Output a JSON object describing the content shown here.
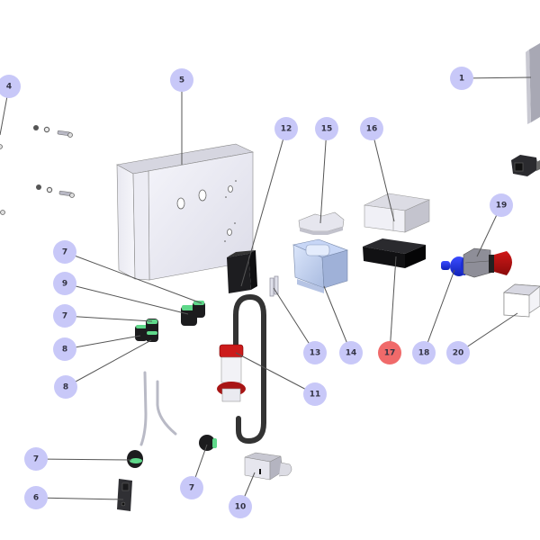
{
  "diagram": {
    "type": "exploded-parts-view",
    "balloon_fill": "#c8c8f8",
    "balloon_highlight_fill": "#f06a6a",
    "highlighted_part": "17",
    "callouts": [
      {
        "id": "c1",
        "label": "1",
        "part": "rear-panel",
        "highlight": false
      },
      {
        "id": "c4",
        "label": "4",
        "part": "screws-nuts-washers",
        "highlight": false
      },
      {
        "id": "c5",
        "label": "5",
        "part": "enclosure-box",
        "highlight": false
      },
      {
        "id": "c6",
        "label": "6",
        "part": "switch-block",
        "highlight": false
      },
      {
        "id": "c7a",
        "label": "7",
        "part": "cable-gland",
        "highlight": false
      },
      {
        "id": "c7b",
        "label": "7",
        "part": "cable-gland",
        "highlight": false
      },
      {
        "id": "c7c",
        "label": "7",
        "part": "cable-gland",
        "highlight": false
      },
      {
        "id": "c7d",
        "label": "7",
        "part": "cable-gland",
        "highlight": false
      },
      {
        "id": "c8a",
        "label": "8",
        "part": "cable-gland-small",
        "highlight": false
      },
      {
        "id": "c8b",
        "label": "8",
        "part": "cable-gland-small",
        "highlight": false
      },
      {
        "id": "c9",
        "label": "9",
        "part": "cable-gland-large",
        "highlight": false
      },
      {
        "id": "c10",
        "label": "10",
        "part": "connector-module",
        "highlight": false
      },
      {
        "id": "c11",
        "label": "11",
        "part": "power-plug-cable",
        "highlight": false
      },
      {
        "id": "c12",
        "label": "12",
        "part": "black-bracket",
        "highlight": false
      },
      {
        "id": "c13",
        "label": "13",
        "part": "terminal-pins",
        "highlight": false
      },
      {
        "id": "c14",
        "label": "14",
        "part": "transformer",
        "highlight": false
      },
      {
        "id": "c15",
        "label": "15",
        "part": "transformer-cap",
        "highlight": false
      },
      {
        "id": "c16",
        "label": "16",
        "part": "relay-cover",
        "highlight": false
      },
      {
        "id": "c17",
        "label": "17",
        "part": "relay-base",
        "highlight": true
      },
      {
        "id": "c18",
        "label": "18",
        "part": "blue-push-button",
        "highlight": false
      },
      {
        "id": "c19",
        "label": "19",
        "part": "emergency-stop-button",
        "highlight": false
      },
      {
        "id": "c20",
        "label": "20",
        "part": "button-guard",
        "highlight": false
      }
    ]
  }
}
